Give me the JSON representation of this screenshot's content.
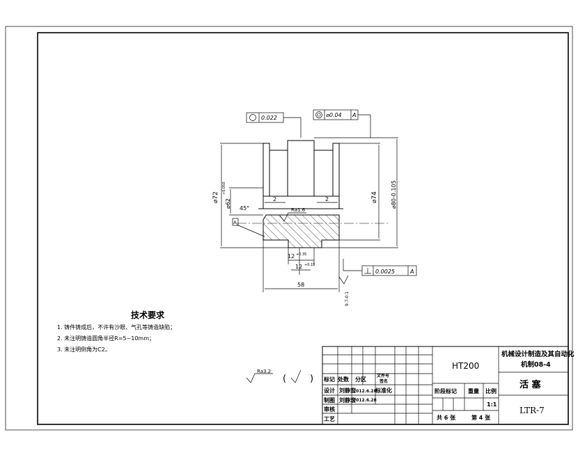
{
  "tolerance_frames": {
    "roundness": {
      "symbol": "roundness-icon",
      "value": "0.022"
    },
    "coaxiality": {
      "symbol": "concentricity-icon",
      "value": "⌀0.04",
      "datum": "A"
    },
    "perpendicularity": {
      "symbol": "perpendicularity-icon",
      "value": "0.0025",
      "datum": "A"
    }
  },
  "dimensions": {
    "phi72": "⌀72",
    "phi62": "⌀62",
    "phi62_tol": "+0.050",
    "phi74": "⌀74",
    "phi80": "⌀80-0.105",
    "chamfer_left": "2",
    "chamfer_right": "2",
    "angle": "45°",
    "datum_left": "A",
    "roughness_mid": "Ra1.6",
    "groove1": "12",
    "groove1_tol": "+0.35",
    "groove2": "12",
    "groove2_tol": "+0.18",
    "length": "58",
    "length_tol": "9.7-0.1"
  },
  "tech_requirements": {
    "title": "技术要求",
    "items": [
      "1. 铸件铸成后，不许有沙眼、气孔等铸造缺陷；",
      "2. 未注明铸造圆角半径R=5~10mm；",
      "3. 未注明倒角为C2。"
    ]
  },
  "roughness_note": {
    "value": "Ra3.2",
    "paren_open": "(",
    "paren_close": ")"
  },
  "title_block": {
    "material": "HT200",
    "school": "机械设计制造及其自动化",
    "class_name": "机制08-4",
    "part_name": "活  塞",
    "drawing_no": "LTR-7",
    "stage_mark": "阶段标记",
    "weight": "重量",
    "scale_label": "比例",
    "scale": "1:1",
    "sheets_total": "共 6 张",
    "sheet_no": "第 4 张",
    "rev_row": [
      "标记",
      "处数",
      "分区",
      "文件号",
      "签名"
    ],
    "design": "设计",
    "design_name": "刘静宏",
    "design_date": "2012.6.28",
    "std": "标准化",
    "draw": "制图",
    "draw_name": "刘静宏",
    "draw_date": "2012.6.28",
    "review": "审核",
    "process": "工艺"
  }
}
